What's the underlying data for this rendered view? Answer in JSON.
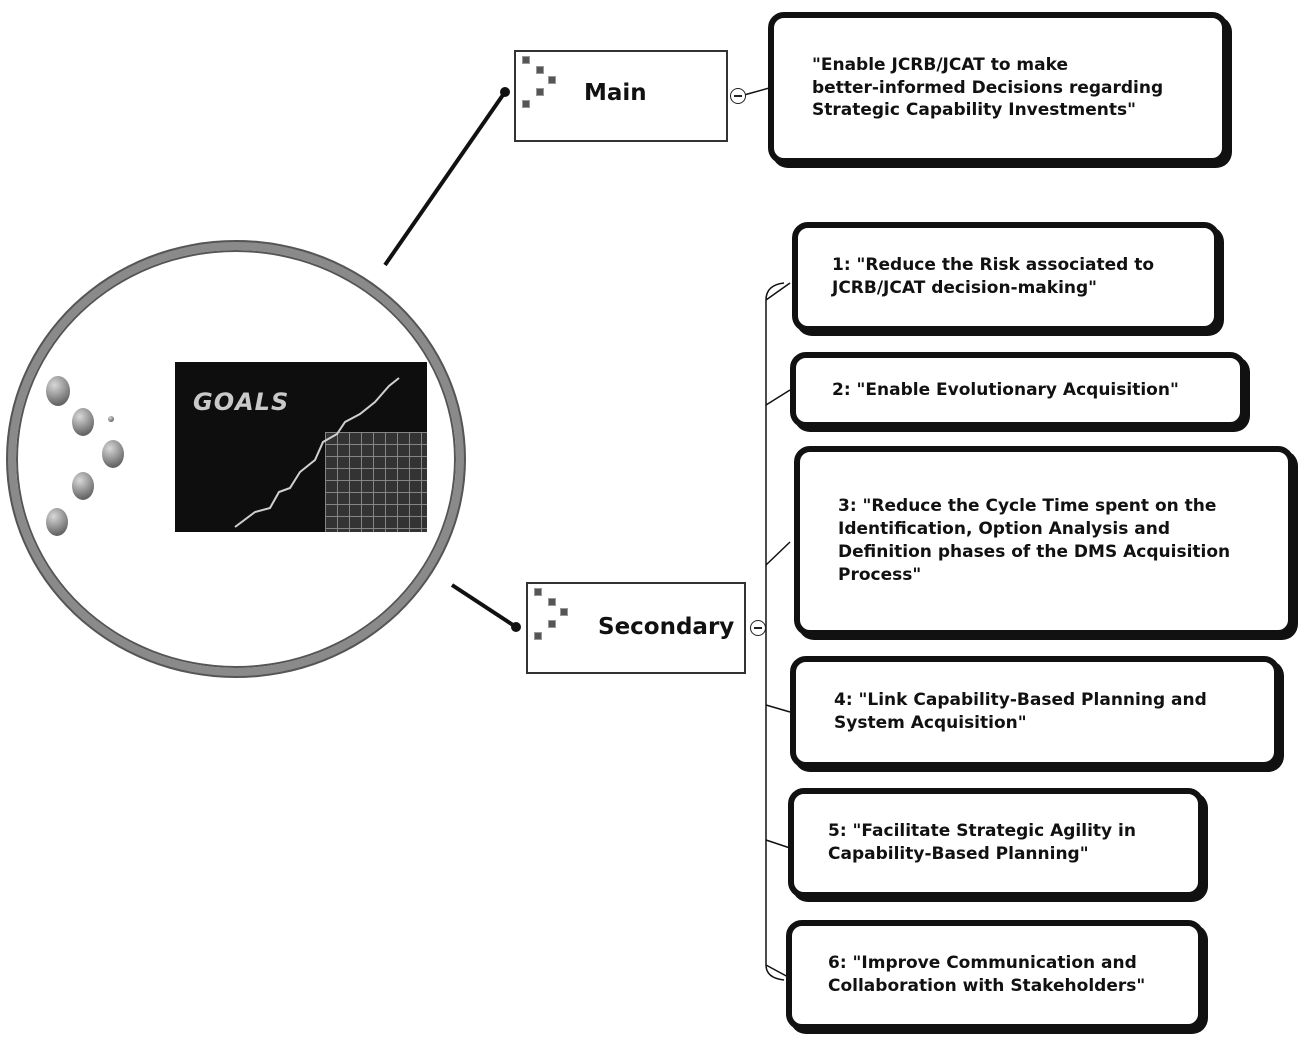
{
  "center": {
    "image_label": "GOALS"
  },
  "main": {
    "label": "Main",
    "goal": "\"Enable JCRB/JCAT to make\nbetter-informed Decisions regarding\nStrategic Capability Investments\""
  },
  "secondary": {
    "label": "Secondary",
    "goals": [
      "1: \"Reduce the Risk associated to\nJCRB/JCAT decision-making\"",
      "2: \"Enable Evolutionary Acquisition\"",
      "3: \"Reduce the Cycle Time spent on the\nIdentification, Option Analysis and\nDefinition phases of the DMS Acquisition\nProcess\"",
      "4: \"Link Capability-Based Planning and\nSystem Acquisition\"",
      "5: \"Facilitate Strategic Agility in\nCapability-Based Planning\"",
      "6: \"Improve Communication and\nCollaboration with Stakeholders\""
    ]
  }
}
